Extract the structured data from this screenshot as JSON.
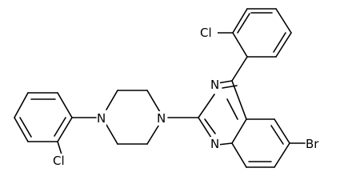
{
  "molecule": {
    "atoms": {
      "cl_top": "Cl",
      "n3": "N",
      "n1": "N",
      "n_piperazine_right": "N",
      "n_piperazine_left": "N",
      "br": "Br",
      "cl_bottom": "Cl"
    },
    "colors": {
      "bond": "#000000",
      "label": "#000000",
      "background": "#ffffff"
    }
  }
}
